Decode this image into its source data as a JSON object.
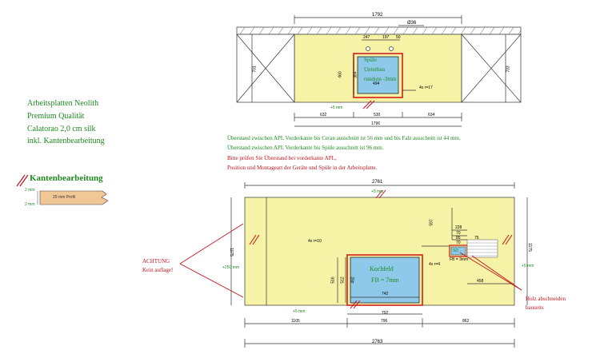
{
  "info": {
    "line1": "Arbeitsplatten Neolith",
    "line2": "Premium Qualität",
    "line3": "Calatorao 2,0 cm silk",
    "line4": "inkl. Kantenbearbeitung"
  },
  "edge": {
    "title": "Kantenbearbeitung",
    "profile_label": "20 mm Profil",
    "left_top": "2 mm",
    "left_bottom": "2 mm"
  },
  "notes": {
    "n1": "Überstand zwischen APL Vorderkante bis Ceran ausschnitt ist 56 mm und bis Falz ausschnitt ist 44 mm.",
    "n2": "Überstand zwischen APL Vorderkante bis Spüle ausschnitt ist 96 mm.",
    "n3": "Bitte prüfen Sie Überstand bei vorderkante APL,",
    "n4": "Position und Montageart der Geräte und Spüle in der Arbeitsplatte."
  },
  "top_plan": {
    "overall": "1792",
    "hole": "Ø36",
    "d247": "247",
    "d197": "197",
    "d50": "50",
    "d460": "460",
    "d364": "364",
    "d494": "494",
    "d701_left": "701",
    "d703_right": "703",
    "sink_l1": "Spüle",
    "sink_l2": "Unterbau",
    "sink_l3": "rundum -3mm",
    "radius": "4x r=17",
    "plus5": "+5 mm",
    "d632": "632",
    "d530": "530",
    "d634": "634",
    "d1796": "1796"
  },
  "bottom_plan": {
    "overall": "2761",
    "plus5_top": "+5 mm",
    "d597": "597",
    "d228": "228",
    "d70a": "70",
    "d85": "85",
    "d70b": "70",
    "d75": "75",
    "so": "SD",
    "fb3": "FB = 3mm",
    "radius_left": "4x r=10",
    "radius_right": "4x r=4",
    "d516": "516",
    "d512": "512",
    "d492": "492",
    "d742": "742",
    "cook_l1": "Kochfeld",
    "cook_l2": "FB = 7mm",
    "d458": "458",
    "plus250": "+250 mm",
    "left_h": "1175",
    "right_h": "1175",
    "plus5_right": "+5 mm",
    "plus5_bl": "+5 mm",
    "d792": "792",
    "d1105": "1105",
    "d796": "796",
    "d862": "862",
    "d2763": "2763"
  },
  "achtung": {
    "l1": "ACHTUNG",
    "l2": "Kein auflage!"
  },
  "holz": {
    "l1": "Holz abschneiden",
    "l2": "bauseits"
  }
}
